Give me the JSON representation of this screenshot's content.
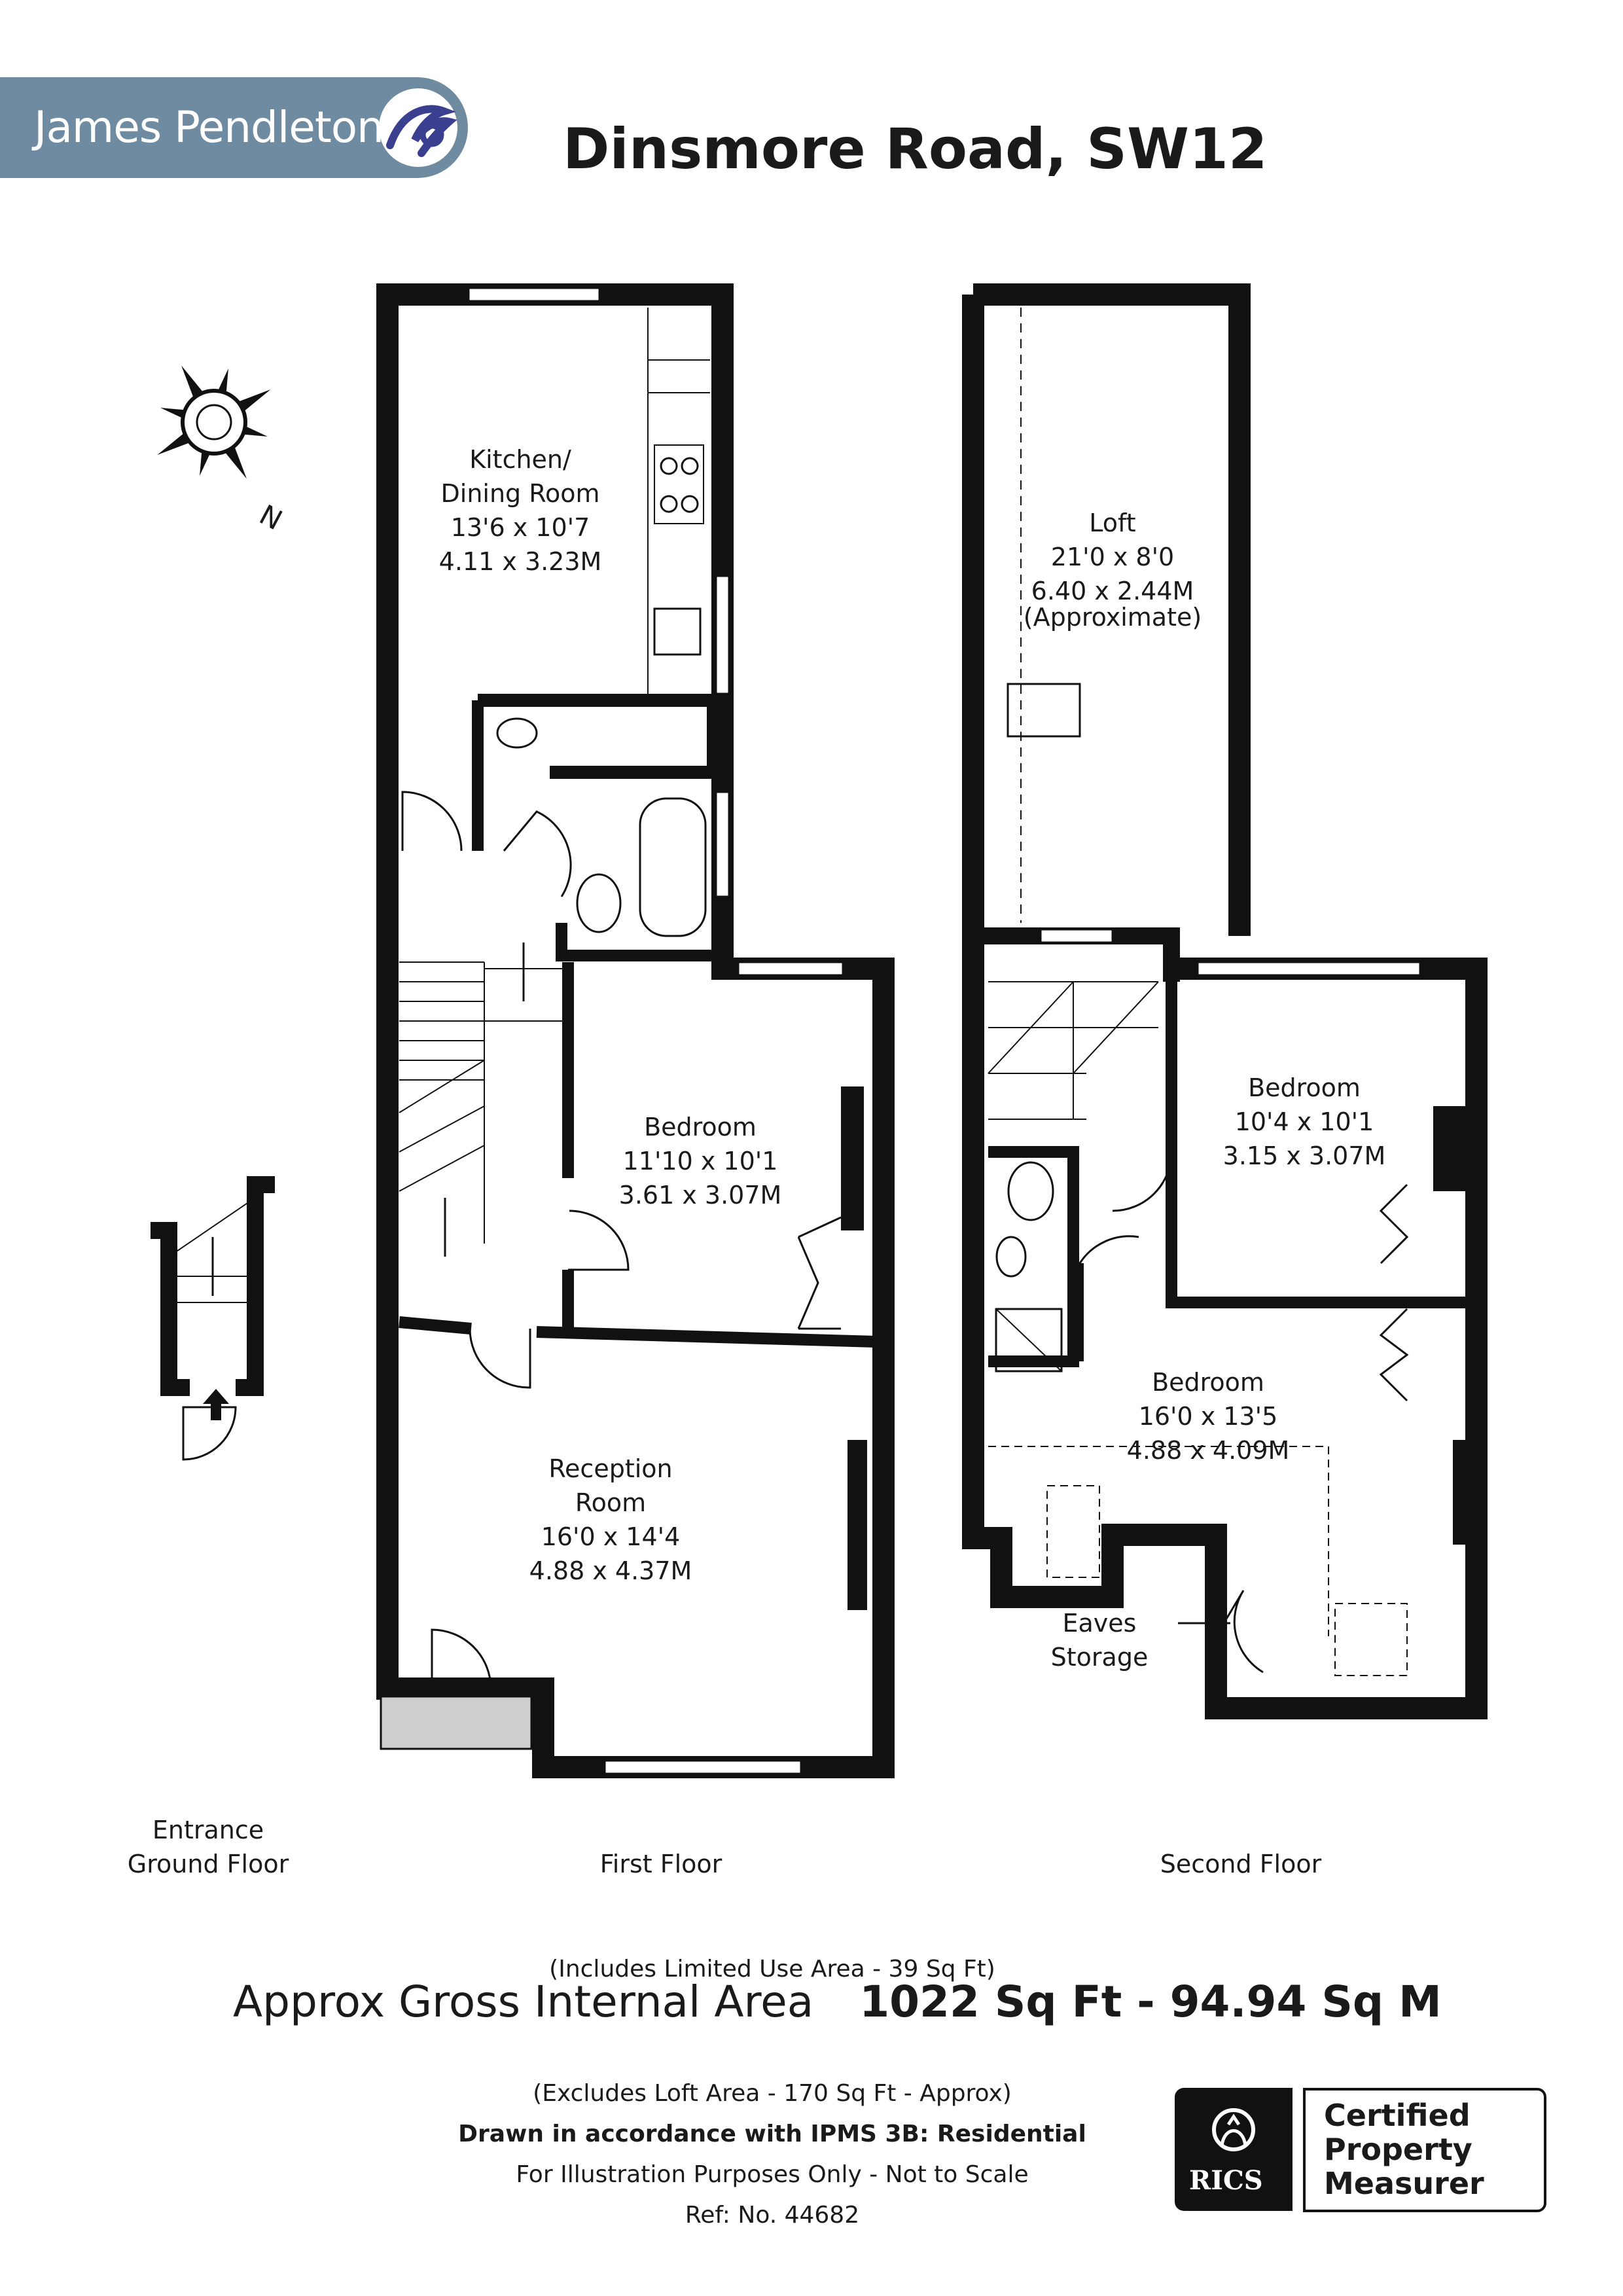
{
  "header": {
    "brand": "James Pendleton",
    "title": "Dinsmore Road, SW12"
  },
  "compass": {
    "label": "N"
  },
  "rooms": {
    "kitchen": {
      "name_1": "Kitchen/",
      "name_2": "Dining Room",
      "imperial": "13'6 x 10'7",
      "metric": "4.11 x 3.23M"
    },
    "bedroom_first": {
      "name": "Bedroom",
      "imperial": "11'10 x 10'1",
      "metric": "3.61 x 3.07M"
    },
    "reception": {
      "name_1": "Reception",
      "name_2": "Room",
      "imperial": "16'0 x 14'4",
      "metric": "4.88 x 4.37M"
    },
    "loft": {
      "name": "Loft",
      "imperial": "21'0 x 8'0",
      "metric": "6.40 x 2.44M",
      "note": "(Approximate)"
    },
    "bedroom_second_a": {
      "name": "Bedroom",
      "imperial": "10'4 x 10'1",
      "metric": "3.15 x 3.07M"
    },
    "bedroom_second_b": {
      "name": "Bedroom",
      "imperial": "16'0 x 13'5",
      "metric": "4.88 x 4.09M"
    },
    "eaves": {
      "name_1": "Eaves",
      "name_2": "Storage"
    }
  },
  "floors": {
    "entrance_1": "Entrance",
    "entrance_2": "Ground Floor",
    "first": "First Floor",
    "second": "Second Floor"
  },
  "footer": {
    "area_label": "Approx Gross Internal Area",
    "area_value": "1022 Sq Ft - 94.94 Sq M",
    "includes": "(Includes Limited Use Area - 39 Sq Ft)",
    "excludes": "(Excludes Loft Area - 170 Sq Ft - Approx)",
    "ipms": "Drawn in accordance with IPMS 3B: Residential",
    "disclaimer": "For Illustration Purposes Only - Not to Scale",
    "ref": "Ref: No. 44682"
  },
  "badge": {
    "org": "RICS",
    "line_1": "Certified",
    "line_2": "Property",
    "line_3": "Measurer"
  },
  "colors": {
    "wall": "#111111",
    "brand_bar": "#6f8ba1",
    "brand_mark": "#3b3f8f",
    "limited_area": "#cfcfcf"
  }
}
